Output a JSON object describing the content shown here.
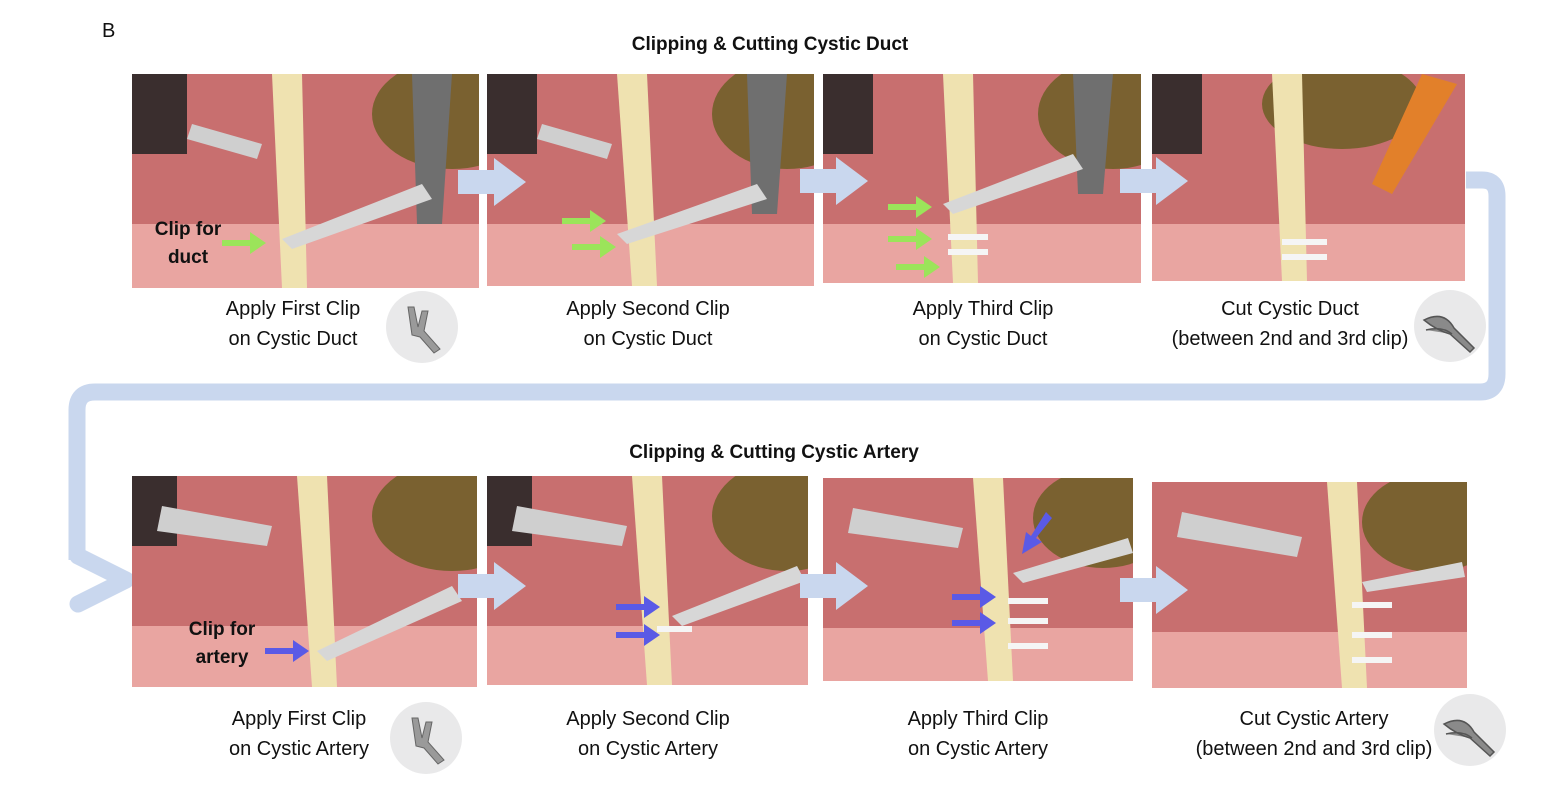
{
  "panel_letter": "B",
  "duct": {
    "title": "Clipping & Cutting Cystic Duct",
    "annotation": [
      "Clip for",
      "duct"
    ],
    "steps": [
      {
        "line1": "Apply First Clip",
        "line2": "on Cystic Duct",
        "icon": "clip-applier-icon",
        "arrows": 1
      },
      {
        "line1": "Apply Second Clip",
        "line2": "on Cystic Duct",
        "icon": "",
        "arrows": 2
      },
      {
        "line1": "Apply Third Clip",
        "line2": "on Cystic Duct",
        "icon": "",
        "arrows": 3
      },
      {
        "line1": "Cut Cystic Duct",
        "line2": "(between 2nd and 3rd clip)",
        "icon": "scissors-icon",
        "arrows": 0
      }
    ]
  },
  "artery": {
    "title": "Clipping & Cutting Cystic Artery",
    "annotation": [
      "Clip for",
      "artery"
    ],
    "steps": [
      {
        "line1": "Apply First Clip",
        "line2": "on Cystic Artery",
        "icon": "clip-applier-icon",
        "arrows": 1
      },
      {
        "line1": "Apply Second Clip",
        "line2": "on Cystic Artery",
        "icon": "",
        "arrows": 2
      },
      {
        "line1": "Apply Third Clip",
        "line2": "on Cystic Artery",
        "icon": "",
        "arrows": 3
      },
      {
        "line1": "Cut Cystic Artery",
        "line2": "(between 2nd and 3rd clip)",
        "icon": "scissors-icon",
        "arrows": 0
      }
    ]
  },
  "colors": {
    "flow_arrow": "#c9d7ee",
    "duct_marker": "#9be45a",
    "artery_marker": "#5a5ae6",
    "tissue": "#d98a8a",
    "duct_tissue": "#efe2b0"
  }
}
